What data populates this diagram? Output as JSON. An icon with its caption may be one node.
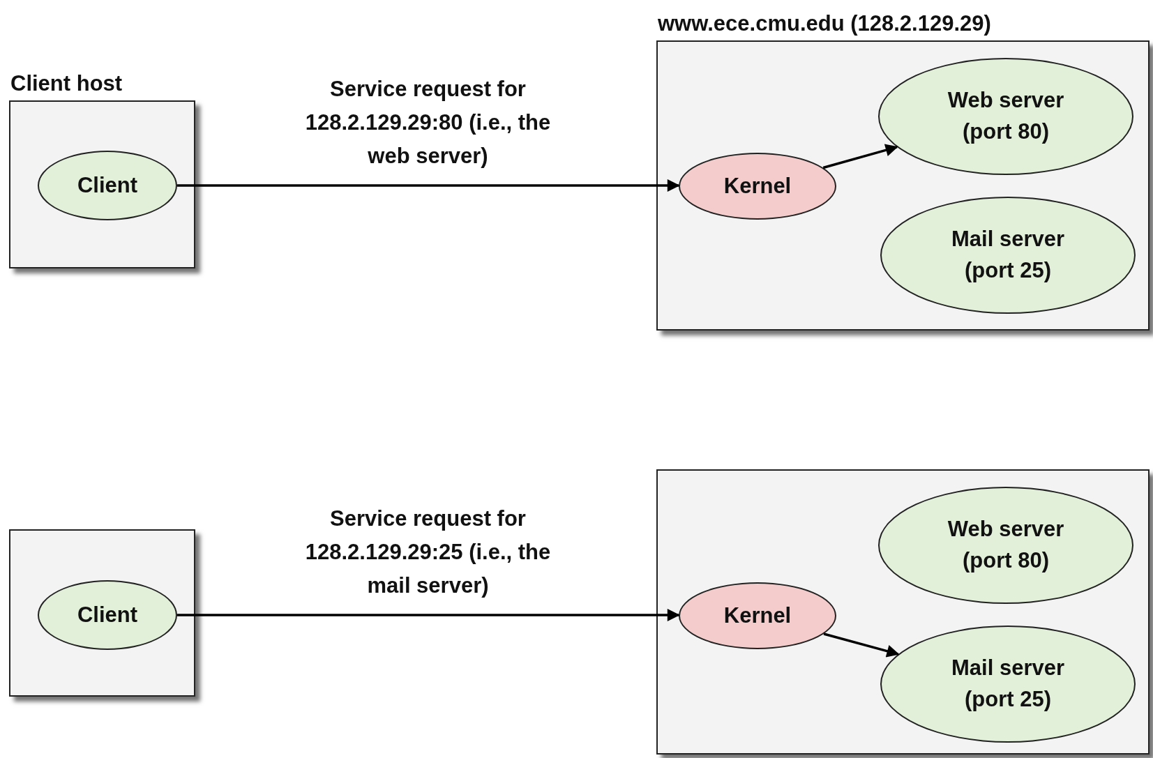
{
  "diagram": {
    "nodes": [
      {
        "text": [
          "Client host"
        ]
      },
      {
        "text": [
          "Client"
        ],
        "in": 0
      },
      {
        "text": [
          "www.ece.cmu.edu (128.2.129.29)"
        ]
      },
      {
        "text": [
          "Kernel"
        ],
        "in": 2
      },
      {
        "text": [
          "Web server (port 80)"
        ],
        "in": 2
      },
      {
        "text": [
          "Mail server (port 25)"
        ],
        "in": 2
      },
      {
        "text": [],
        "shape": "box"
      },
      {
        "text": [
          "Client"
        ],
        "in": 6
      },
      {
        "text": [],
        "shape": "box"
      },
      {
        "text": [
          "Kernel"
        ],
        "in": 8
      },
      {
        "text": [
          "Web server (port 80)"
        ],
        "in": 8
      },
      {
        "text": [
          "Mail server (port 25)"
        ],
        "in": 8
      }
    ],
    "edges": [
      {
        "from": 1,
        "to": 3,
        "arrow": "to",
        "label": "Service request for 128.2.129.29:80 (i.e., the web server)"
      },
      {
        "from": 3,
        "to": 4,
        "arrow": "to"
      },
      {
        "from": 7,
        "to": 9,
        "arrow": "to",
        "label": "Service request for 128.2.129.29:25 (i.e., the mail server)"
      },
      {
        "from": 9,
        "to": 11,
        "arrow": "to"
      }
    ]
  }
}
